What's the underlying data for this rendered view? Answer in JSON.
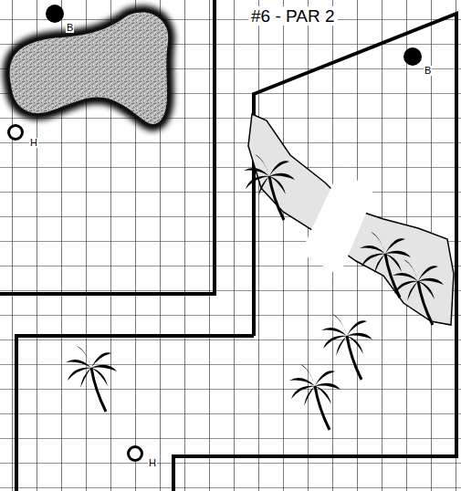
{
  "diagram": {
    "title": "#6 - PAR 2",
    "labels": [
      "B",
      "B",
      "H",
      "H"
    ]
  }
}
